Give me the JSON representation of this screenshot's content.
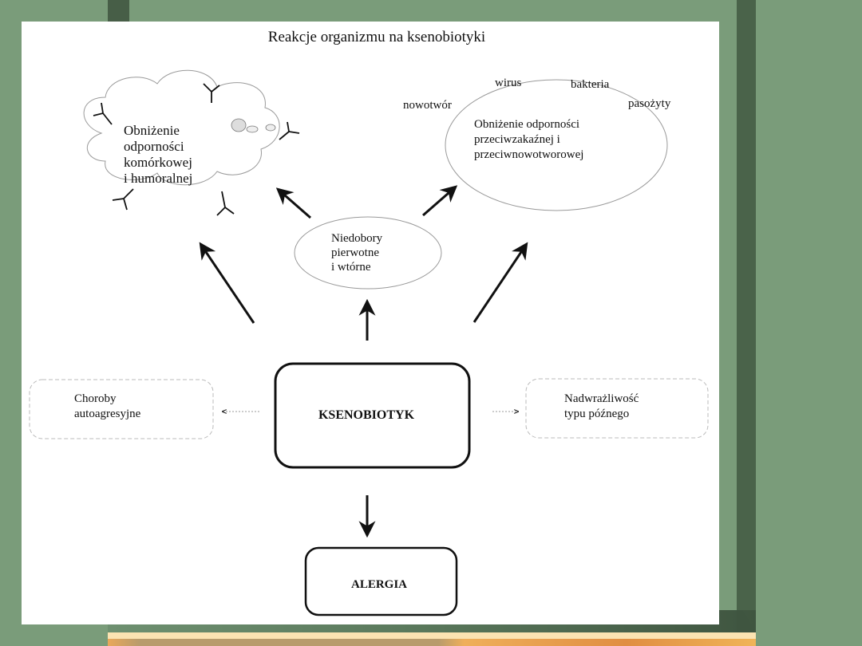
{
  "title": "Reakcje organizmu na ksenobiotyki",
  "nodes": {
    "center": {
      "label": "KSENOBIOTYK"
    },
    "allergy": {
      "label": "ALERGIA"
    },
    "deficiencies": {
      "lines": [
        "Niedobory",
        "pierwotne",
        "i wtórne"
      ]
    },
    "cellular_immunity": {
      "lines": [
        "Obniżenie",
        "odporności",
        "komórkowej",
        "i humoralnej"
      ]
    },
    "infection_immunity": {
      "lines": [
        "Obniżenie odporności",
        "przeciwzakaźnej i",
        "przeciwnowotworowej"
      ]
    },
    "autoimmune": {
      "lines": [
        "Choroby",
        "autoagresyjne"
      ]
    },
    "hypersensitivity": {
      "lines": [
        "Nadwrażliwość",
        "typu późnego"
      ]
    }
  },
  "pathogens": [
    "wirus",
    "bakteria",
    "nowotwór",
    "pasożyty"
  ],
  "colors": {
    "background": "#7a9c7a",
    "dark_green": "#475e47",
    "cream": "#fbe3b2",
    "orange": "#e08e42"
  }
}
